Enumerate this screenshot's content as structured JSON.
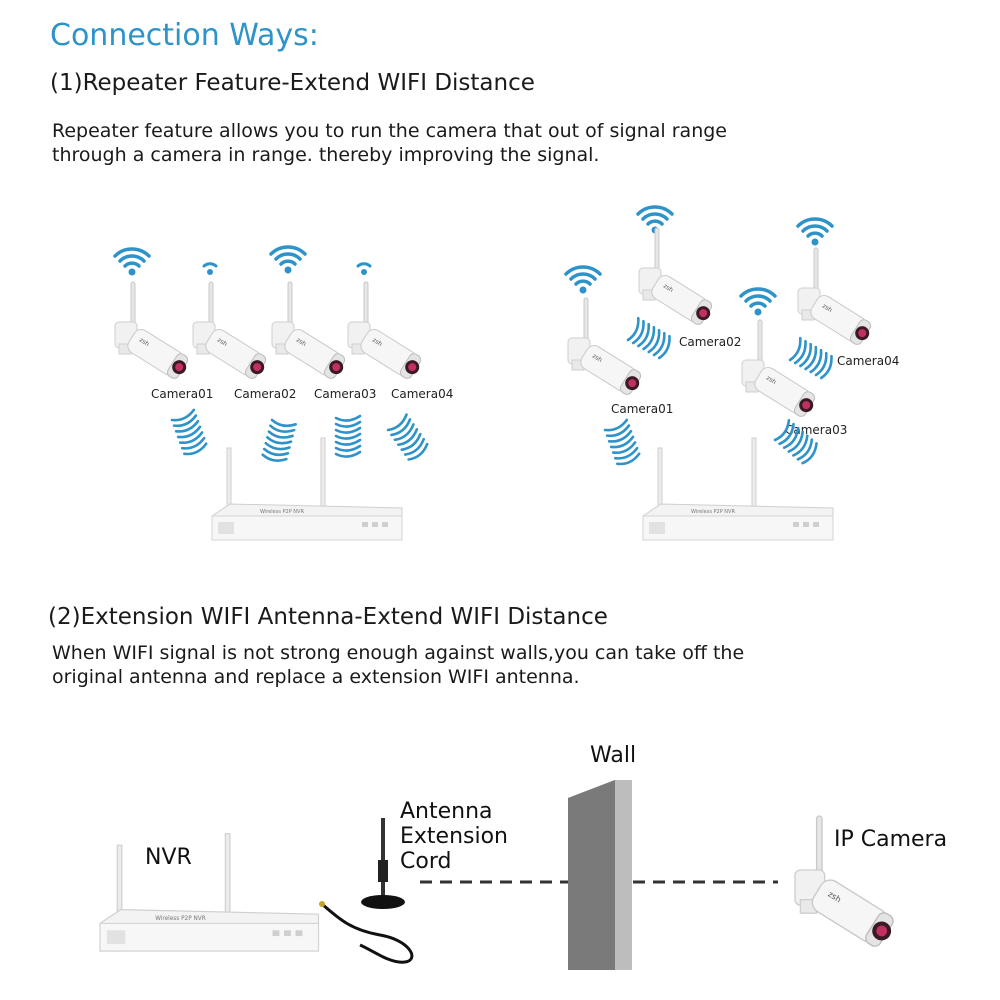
{
  "title": "Connection Ways:",
  "section1": {
    "heading": "(1)Repeater Feature-Extend WIFI Distance",
    "desc_line1": "Repeater feature allows you to run the camera that out of signal range",
    "desc_line2": "through a camera in range. thereby improving the signal.",
    "left_cameras": [
      "Camera01",
      "Camera02",
      "Camera03",
      "Camera04"
    ],
    "right_cameras": [
      "Camera01",
      "Camera02",
      "Camera03",
      "Camera04"
    ],
    "nvr_text": "Wireless P2P NVR"
  },
  "section2": {
    "heading": "(2)Extension WIFI Antenna-Extend WIFI Distance",
    "desc_line1": "When WIFI signal is not strong enough against walls,you can take off the",
    "desc_line2": "original antenna and replace a extension WIFI antenna.",
    "nvr_label": "NVR",
    "antenna_line1": "Antenna",
    "antenna_line2": "Extension",
    "antenna_line3": "Cord",
    "wall_label": "Wall",
    "camera_label": "IP Camera"
  },
  "colors": {
    "accent": "#2e93c9",
    "wall": "#7a7a7a",
    "camera": "#eeeeee",
    "lens": "#c23060"
  }
}
